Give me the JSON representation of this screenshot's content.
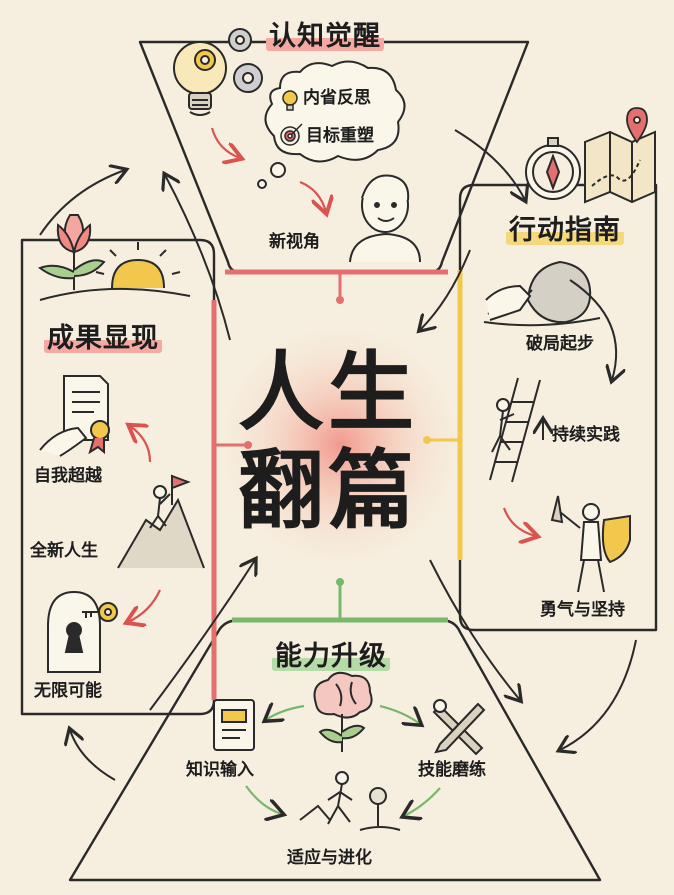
{
  "center": {
    "line1": "人生",
    "line2": "翻篇"
  },
  "sections": {
    "cognition": {
      "title": "认知觉醒",
      "items": [
        "内省反思",
        "目标重塑",
        "新视角"
      ],
      "accent": "#e56f6f"
    },
    "action": {
      "title": "行动指南",
      "items": [
        "破局起步",
        "持续实践",
        "勇气与坚持"
      ],
      "accent": "#f1c84b"
    },
    "ability": {
      "title": "能力升级",
      "items": [
        "知识输入",
        "技能磨练",
        "适应与进化"
      ],
      "accent": "#77b86b"
    },
    "result": {
      "title": "成果显现",
      "items": [
        "自我超越",
        "全新人生",
        "无限可能"
      ],
      "accent": "#e56f6f"
    }
  },
  "colors": {
    "background": "#f6efdf",
    "ink": "#2a2a2a",
    "glow": "#f08a80",
    "gold": "#e7b23c"
  }
}
